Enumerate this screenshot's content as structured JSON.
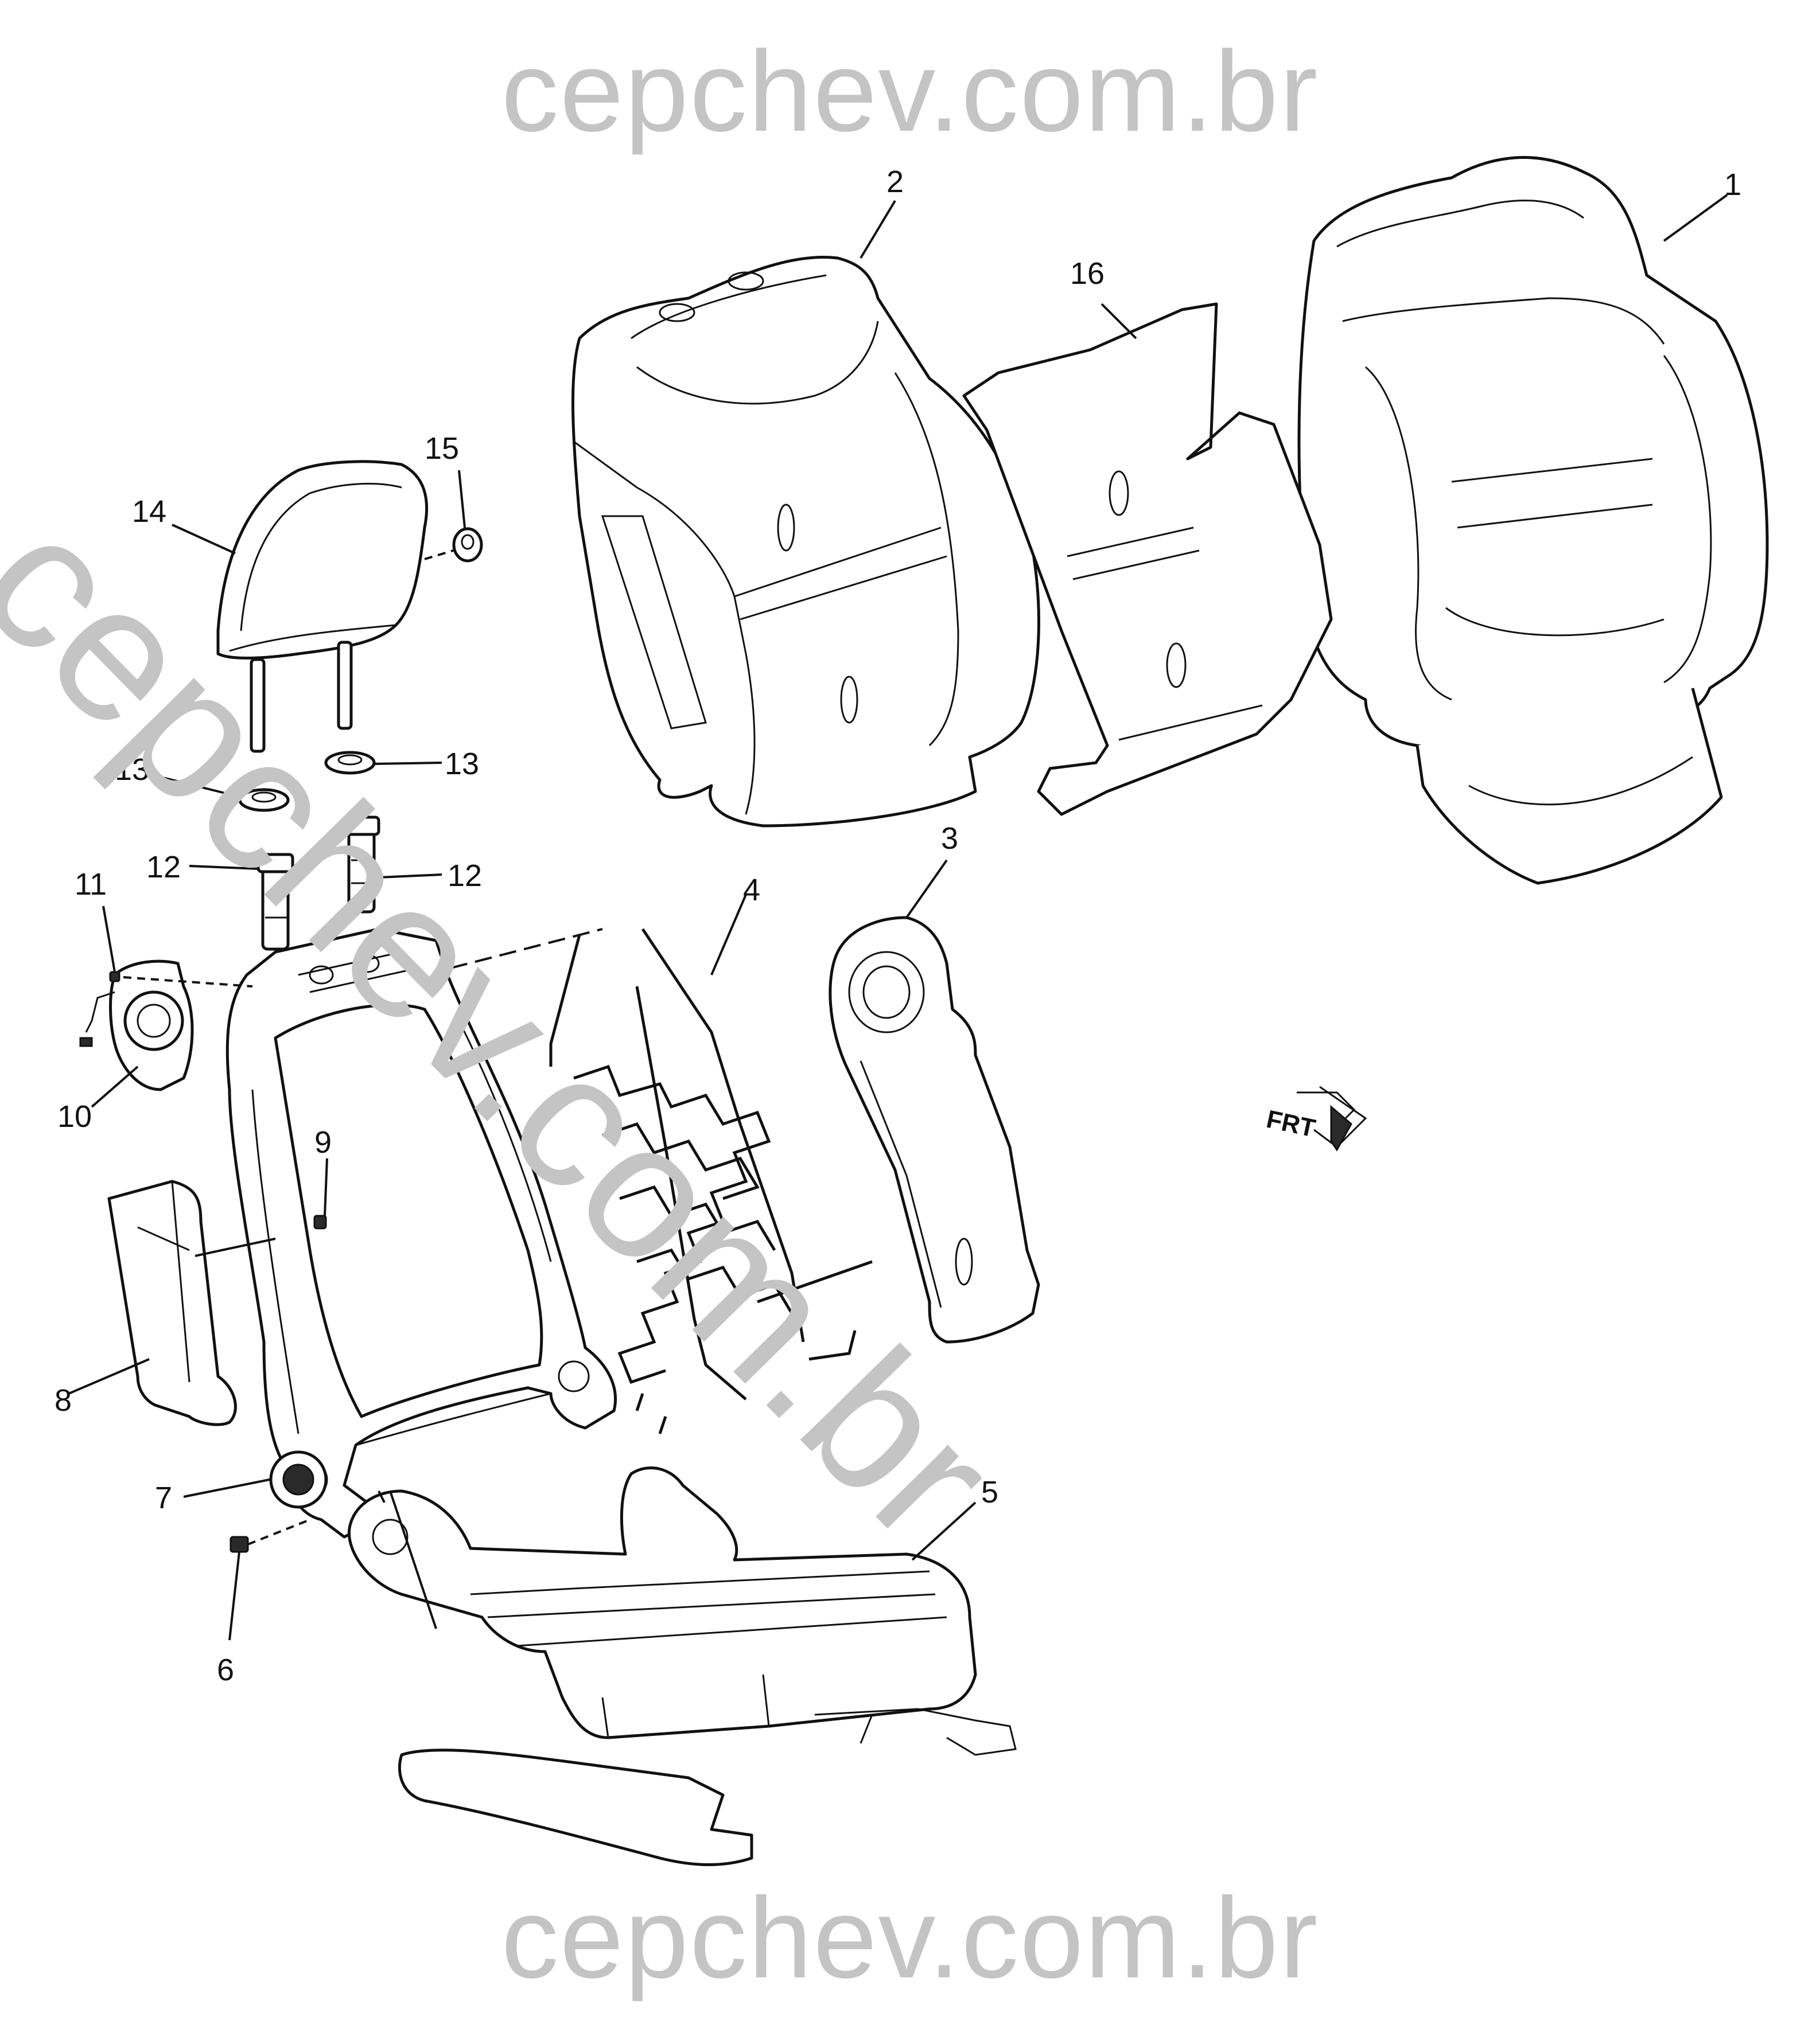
{
  "watermark": {
    "top": "cepchev.com.br",
    "bottom": "cepchev.com.br",
    "diagonal": "cepchev.com.br"
  },
  "direction_indicator": "FRT",
  "callouts": [
    {
      "id": "c1",
      "label": "1"
    },
    {
      "id": "c2",
      "label": "2"
    },
    {
      "id": "c3",
      "label": "3"
    },
    {
      "id": "c4",
      "label": "4"
    },
    {
      "id": "c5",
      "label": "5"
    },
    {
      "id": "c6",
      "label": "6"
    },
    {
      "id": "c7",
      "label": "7"
    },
    {
      "id": "c8",
      "label": "8"
    },
    {
      "id": "c9",
      "label": "9"
    },
    {
      "id": "c10",
      "label": "10"
    },
    {
      "id": "c11",
      "label": "11"
    },
    {
      "id": "c12a",
      "label": "12"
    },
    {
      "id": "c12b",
      "label": "12"
    },
    {
      "id": "c13a",
      "label": "13"
    },
    {
      "id": "c13b",
      "label": "13"
    },
    {
      "id": "c14",
      "label": "14"
    },
    {
      "id": "c15",
      "label": "15"
    },
    {
      "id": "c16",
      "label": "16"
    }
  ]
}
